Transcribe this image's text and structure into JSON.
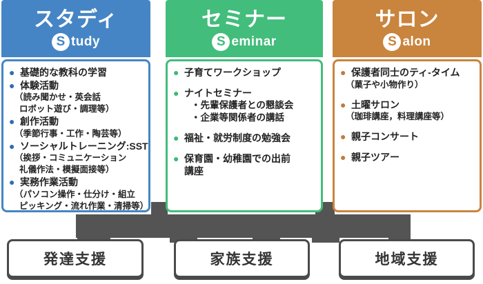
{
  "connector": {
    "color": "#545454"
  },
  "bottom_boxes": {
    "border_color": "#4a4a4a",
    "items": [
      {
        "label": "発達支援"
      },
      {
        "label": "家族支援"
      },
      {
        "label": "地域支援"
      }
    ]
  },
  "columns": [
    {
      "title": "スタディ",
      "sub_initial": "S",
      "sub_rest": "tudy",
      "color": "#4585c5",
      "bullet_color": "#2d6db8",
      "items": [
        {
          "main": "基礎的な教科の学習",
          "subs": []
        },
        {
          "main": "体験活動",
          "subs": [
            {
              "t": "paren",
              "text": "（読み聞かせ・英会話"
            },
            {
              "t": "paren2",
              "text": "ロボット遊び・調理等）"
            }
          ]
        },
        {
          "main": "創作活動",
          "subs": [
            {
              "t": "paren",
              "text": "（季節行事・工作・陶芸等）"
            }
          ]
        },
        {
          "main": "ソーシャルトレーニング:SST",
          "subs": [
            {
              "t": "paren",
              "text": "（挨拶・コミュニケーション"
            },
            {
              "t": "paren2",
              "text": "礼儀作法・模擬面接等）"
            }
          ]
        },
        {
          "main": "実務作業活動",
          "subs": [
            {
              "t": "paren",
              "text": "（パソコン操作・仕分け・組立"
            },
            {
              "t": "paren2",
              "text": "ピッキング・流れ作業・清掃等）"
            }
          ]
        }
      ]
    },
    {
      "title": "セミナー",
      "sub_initial": "S",
      "sub_rest": "eminar",
      "color": "#42bd7b",
      "bullet_color": "#3bba73",
      "items": [
        {
          "main": "子育てワークショップ",
          "subs": []
        },
        {
          "main": "ナイトセミナー",
          "subs": [
            {
              "t": "dot",
              "text": "・先輩保護者との懇談会"
            },
            {
              "t": "dot",
              "text": "・企業等関係者の講話"
            }
          ]
        },
        {
          "main": "福祉・就労制度の勉強会",
          "subs": []
        },
        {
          "main": "保育園・幼稚園での出前",
          "subs": [
            {
              "t": "cont",
              "text": "講座"
            }
          ]
        }
      ]
    },
    {
      "title": "サロン",
      "sub_initial": "S",
      "sub_rest": "alon",
      "color": "#c9843e",
      "bullet_color": "#c17b39",
      "items": [
        {
          "main": "保護者同士のティ-タイム",
          "subs": [
            {
              "t": "paren",
              "text": "（菓子や小物作り）"
            }
          ]
        },
        {
          "main": "土曜サロン",
          "subs": [
            {
              "t": "paren",
              "text": "（珈琲講座，料理講座等）"
            }
          ]
        },
        {
          "main": "親子コンサート",
          "subs": []
        },
        {
          "main": "親子ツアー",
          "subs": []
        }
      ]
    }
  ]
}
